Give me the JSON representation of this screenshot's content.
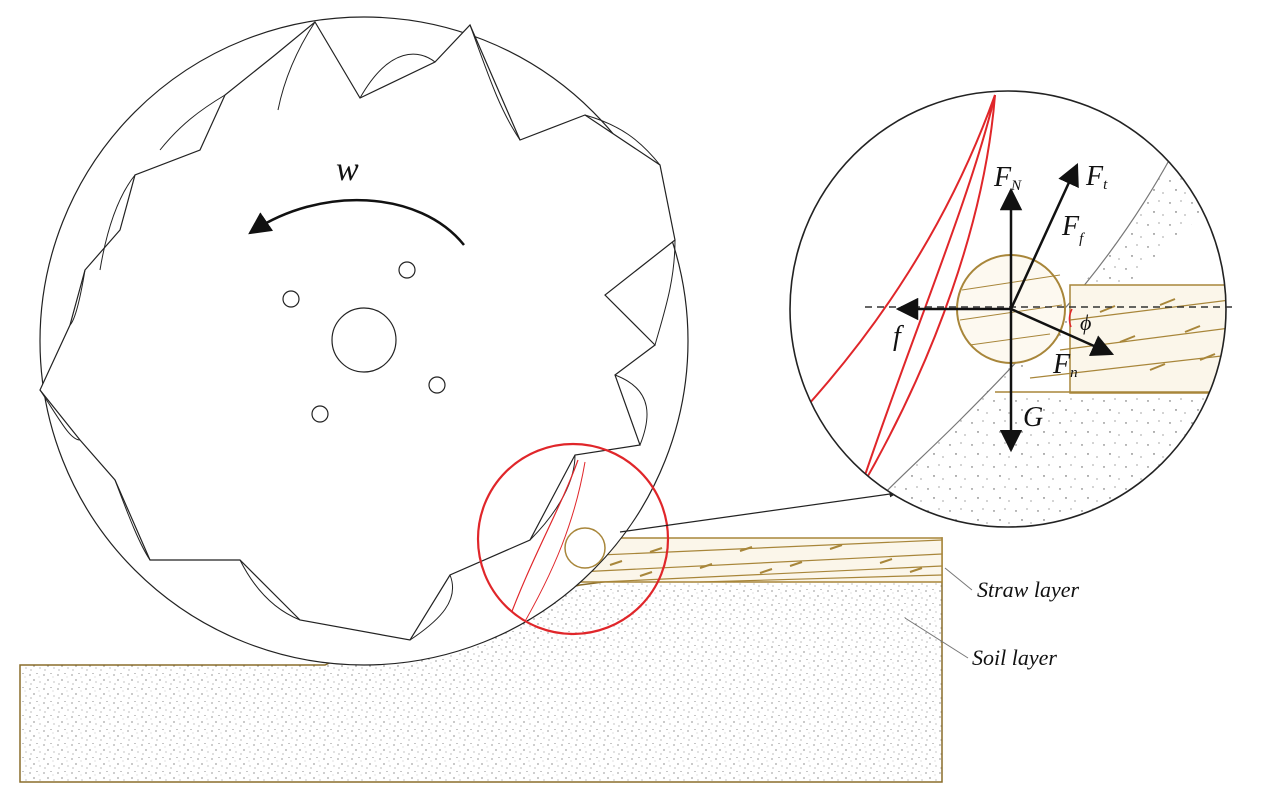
{
  "labels": {
    "omega": "w",
    "FN": {
      "main": "F",
      "sub": "N"
    },
    "Ft": {
      "main": "F",
      "sub": "t"
    },
    "Ff": {
      "main": "F",
      "sub": "f"
    },
    "f": "f",
    "phi": "ϕ",
    "Fn": {
      "main": "F",
      "sub": "n"
    },
    "G": "G",
    "straw": "Straw layer",
    "soil": "Soil layer"
  },
  "colors": {
    "outline": "#222222",
    "blade_red": "#e0262a",
    "straw": "#a8863a",
    "soil_border": "#8a6d2a",
    "dots": "#555555"
  }
}
